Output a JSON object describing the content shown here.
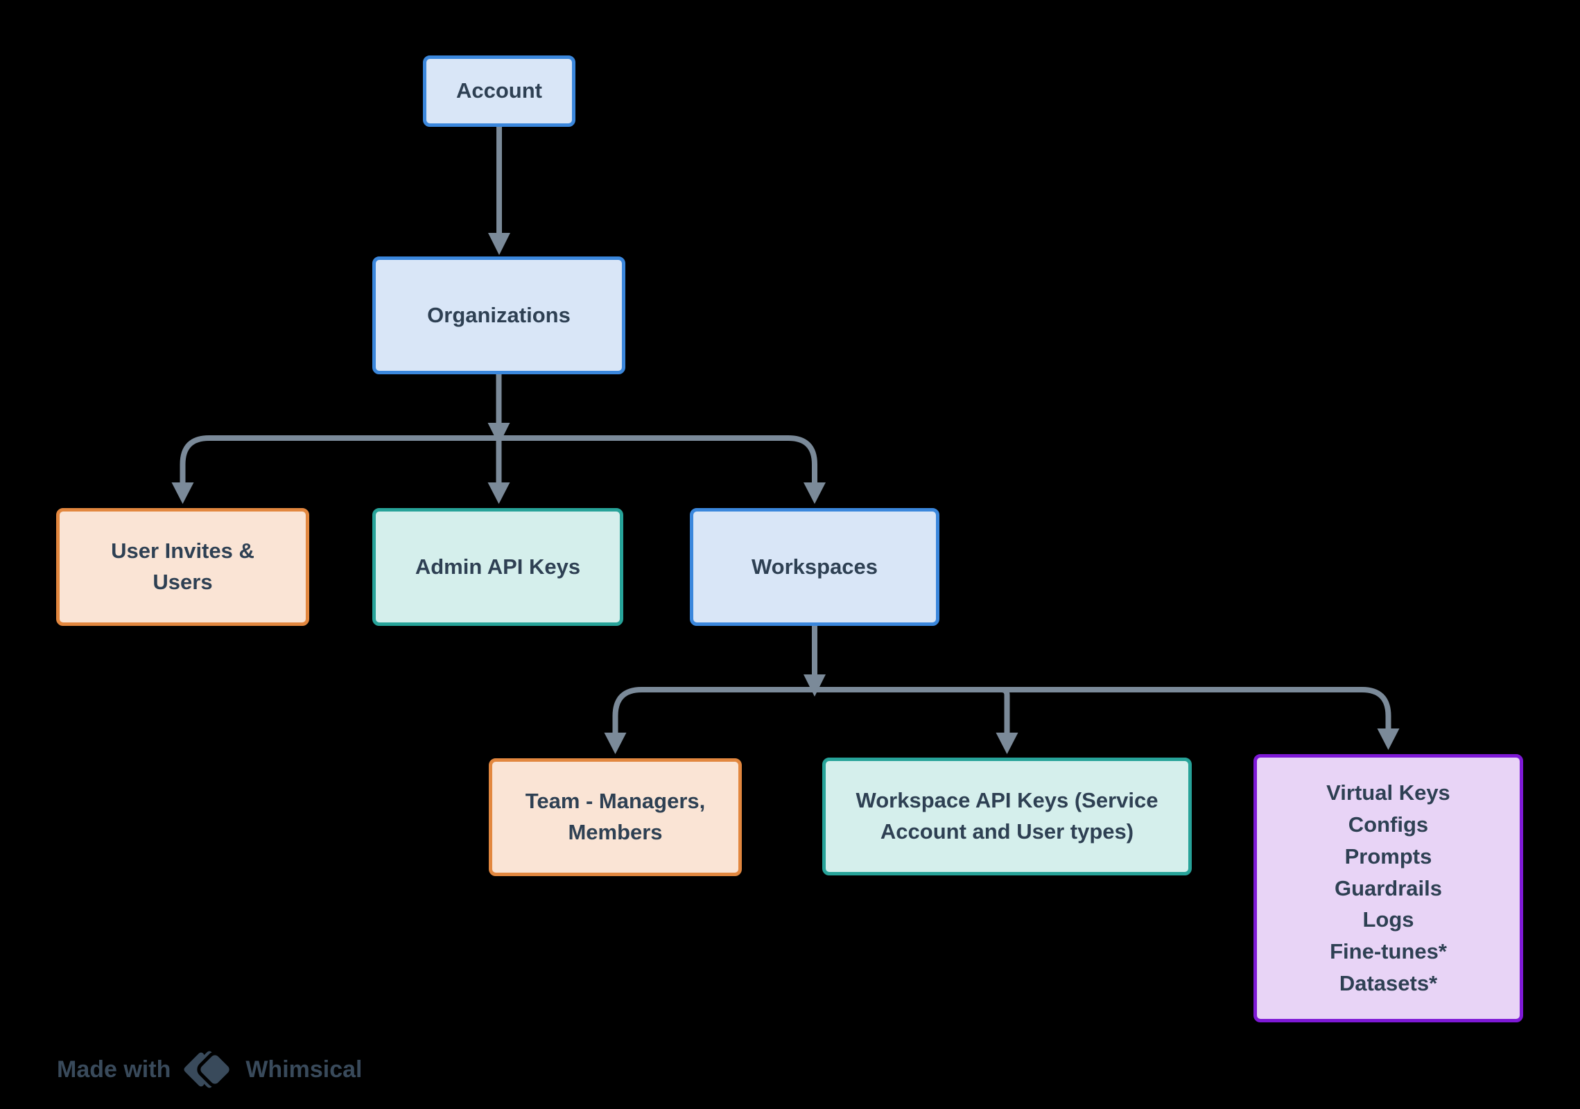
{
  "colors": {
    "bg": "#000000",
    "text": "#2e4053",
    "line": "#7b8a99",
    "blue_fill": "#d9e6f7",
    "blue_border": "#3b87dc",
    "orange_fill": "#fae4d5",
    "orange_border": "#e2873f",
    "teal_fill": "#d5efec",
    "teal_border": "#27a399",
    "purple_fill": "#e8d4f6",
    "purple_border": "#7e19d6",
    "watermark": "#3e5163"
  },
  "nodes": {
    "account": {
      "label": "Account",
      "style": "blue"
    },
    "organizations": {
      "label": "Organizations",
      "style": "blue"
    },
    "user_invites": {
      "label": "User Invites & Users",
      "style": "orange"
    },
    "admin_api_keys": {
      "label": "Admin API Keys",
      "style": "teal"
    },
    "workspaces": {
      "label": "Workspaces",
      "style": "blue"
    },
    "team": {
      "label": "Team - Managers, Members",
      "style": "orange"
    },
    "workspace_api_keys": {
      "label": "Workspace API Keys (Service Account and User types)",
      "style": "teal"
    },
    "workspace_features": {
      "label": "Virtual Keys\nConfigs\nPrompts\nGuardrails\nLogs\nFine-tunes*\nDatasets*",
      "style": "purple"
    }
  },
  "edges": [
    {
      "from": "Account",
      "to": "Organizations"
    },
    {
      "from": "Organizations",
      "to": "User Invites & Users"
    },
    {
      "from": "Organizations",
      "to": "Admin API Keys"
    },
    {
      "from": "Organizations",
      "to": "Workspaces"
    },
    {
      "from": "Workspaces",
      "to": "Team - Managers, Members"
    },
    {
      "from": "Workspaces",
      "to": "Workspace API Keys (Service Account and User types)"
    },
    {
      "from": "Workspaces",
      "to": "Virtual Keys, Configs, Prompts, Guardrails, Logs, Fine-tunes*, Datasets*"
    }
  ],
  "watermark": {
    "made_with": "Made with",
    "brand": "Whimsical"
  }
}
